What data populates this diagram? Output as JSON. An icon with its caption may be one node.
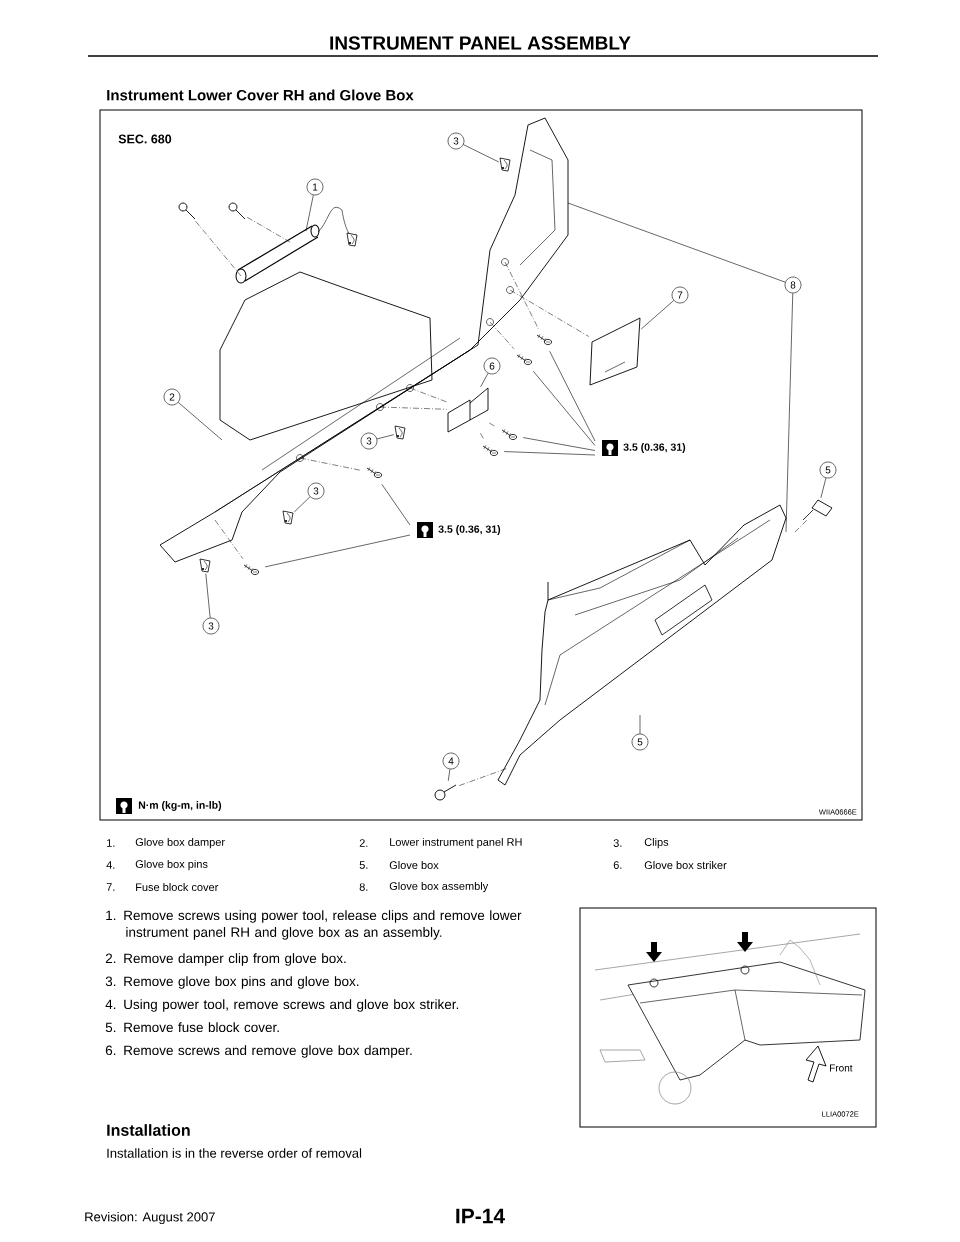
{
  "diagram": {
    "title": "INSTRUMENT PANEL ASSEMBLY",
    "nodes": [
      {
        "text": [
          "3"
        ]
      },
      {
        "text": [
          "1"
        ]
      },
      {
        "text": [
          "8"
        ]
      },
      {
        "text": [
          "7"
        ]
      },
      {
        "text": [
          "6"
        ]
      },
      {
        "text": [
          "2"
        ]
      },
      {
        "text": [
          "3"
        ]
      },
      {
        "text": [
          "3.5 (0.36, 31)"
        ]
      },
      {
        "text": [
          "5"
        ]
      },
      {
        "text": [
          "3"
        ]
      },
      {
        "text": [
          "3.5 (0.36, 31)"
        ]
      },
      {
        "text": [
          "3"
        ]
      },
      {
        "text": [
          "5"
        ]
      },
      {
        "text": [
          "4"
        ]
      },
      {
        "text": [],
        "shape": "picture"
      },
      {
        "text": [],
        "shape": "picture"
      },
      {
        "text": [],
        "shape": "picture"
      },
      {
        "text": [],
        "shape": "picture"
      },
      {
        "text": [],
        "shape": "picture"
      },
      {
        "text": [],
        "shape": "picture"
      },
      {
        "text": [],
        "shape": "picture"
      },
      {
        "text": [],
        "shape": "picture"
      },
      {
        "text": [],
        "shape": "picture"
      },
      {
        "text": [],
        "shape": "picture"
      },
      {
        "text": [],
        "shape": "picture"
      },
      {
        "text": [],
        "shape": "picture"
      },
      {
        "text": [],
        "shape": "picture"
      },
      {
        "text": [],
        "shape": "picture"
      },
      {
        "text": [],
        "shape": "picture"
      },
      {
        "text": [],
        "shape": "picture"
      },
      {
        "text": [],
        "shape": "picture"
      },
      {
        "text": [],
        "shape": "picture"
      },
      {
        "text": [],
        "shape": "picture"
      }
    ],
    "edges": [
      {
        "from": 0,
        "to": 14,
        "arrow": "none"
      },
      {
        "from": 1,
        "to": 15,
        "arrow": "none"
      },
      {
        "from": 2,
        "to": 16,
        "arrow": "none"
      },
      {
        "from": 2,
        "to": 24,
        "arrow": "none"
      },
      {
        "from": 3,
        "to": 17,
        "arrow": "none"
      },
      {
        "from": 4,
        "to": 18,
        "arrow": "none"
      },
      {
        "from": 5,
        "to": 16,
        "arrow": "none"
      },
      {
        "from": 6,
        "to": 19,
        "arrow": "none"
      },
      {
        "from": 7,
        "to": 20,
        "arrow": "none"
      },
      {
        "from": 7,
        "to": 21,
        "arrow": "none"
      },
      {
        "from": 7,
        "to": 22,
        "arrow": "none"
      },
      {
        "from": 7,
        "to": 23,
        "arrow": "none"
      },
      {
        "from": 8,
        "to": 25,
        "arrow": "none"
      },
      {
        "from": 9,
        "to": 26,
        "arrow": "none"
      },
      {
        "from": 10,
        "to": 27,
        "arrow": "none"
      },
      {
        "from": 10,
        "to": 28,
        "arrow": "none"
      },
      {
        "from": 11,
        "to": 29,
        "arrow": "none"
      },
      {
        "from": 12,
        "to": 24,
        "arrow": "none"
      },
      {
        "from": 13,
        "to": 30,
        "arrow": "none"
      },
      {
        "from": 31,
        "to": 15,
        "arrow": "none",
        "style": "dashed"
      },
      {
        "from": 32,
        "to": 15,
        "arrow": "none",
        "style": "dashed"
      },
      {
        "from": 16,
        "to": 20,
        "arrow": "none",
        "style": "dashed"
      },
      {
        "from": 16,
        "to": 21,
        "arrow": "none",
        "style": "dashed"
      },
      {
        "from": 16,
        "to": 17,
        "arrow": "none",
        "style": "dashed"
      },
      {
        "from": 16,
        "to": 18,
        "arrow": "none",
        "style": "dashed"
      },
      {
        "from": 16,
        "to": 18,
        "arrow": "none",
        "style": "dashed"
      },
      {
        "from": 18,
        "to": 22,
        "arrow": "none",
        "style": "dashed"
      },
      {
        "from": 18,
        "to": 23,
        "arrow": "none",
        "style": "dashed"
      },
      {
        "from": 16,
        "to": 27,
        "arrow": "none",
        "style": "dashed"
      },
      {
        "from": 16,
        "to": 28,
        "arrow": "none",
        "style": "dashed"
      },
      {
        "from": 25,
        "to": 24,
        "arrow": "none",
        "style": "dashed"
      },
      {
        "from": 30,
        "to": 24,
        "arrow": "none",
        "style": "dashed"
      }
    ],
    "labels": [
      "Instrument Lower Cover RH and Glove Box",
      "SEC. 680",
      "N·m (kg-m, in-lb)",
      "WIIA0666E",
      "1.",
      "Glove box damper",
      "2.",
      "Lower instrument panel RH",
      "3.",
      "Clips",
      "4.",
      "Glove box pins",
      "5.",
      "Glove box",
      "6.",
      "Glove box striker",
      "7.",
      "Fuse block cover",
      "8.",
      "Glove box assembly",
      "1. Remove screws using power tool, release clips and remove lower instrument panel RH and glove box as an assembly.",
      "2. Remove damper clip from glove box.",
      "3. Remove glove box pins and glove box.",
      "4. Using power tool, remove screws and glove box striker.",
      "5. Remove fuse block cover.",
      "6. Remove screws and remove glove box damper.",
      "Front",
      "LLIA0072E",
      "Installation",
      "Installation is in the reverse order of removal",
      "Revision: August 2007",
      "IP-14"
    ]
  }
}
